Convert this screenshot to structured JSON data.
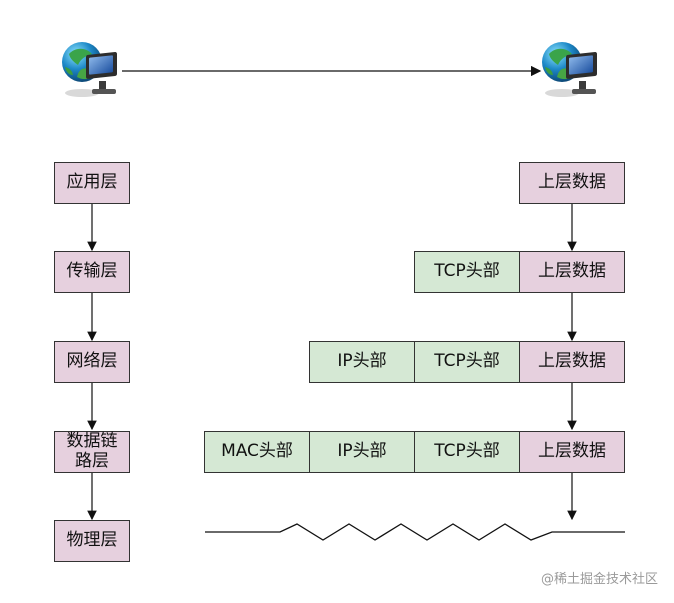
{
  "layers": [
    "应用层",
    "传输层",
    "网络层",
    "数据链路层",
    "物理层"
  ],
  "layer_labels": {
    "application": "应用层",
    "transport": "传输层",
    "network": "网络层",
    "datalink_line1": "数据链",
    "datalink_line2": "路层",
    "physical": "物理层"
  },
  "encapsulation": {
    "data_label": "上层数据",
    "tcp_label": "TCP头部",
    "ip_label": "IP头部",
    "mac_label": "MAC头部"
  },
  "colors": {
    "pink": "#e6d0de",
    "green": "#d5e8d4",
    "border": "#333333"
  },
  "icons": [
    "computer-globe-icon-left",
    "computer-globe-icon-right"
  ],
  "watermark": "@稀土掘金技术社区"
}
